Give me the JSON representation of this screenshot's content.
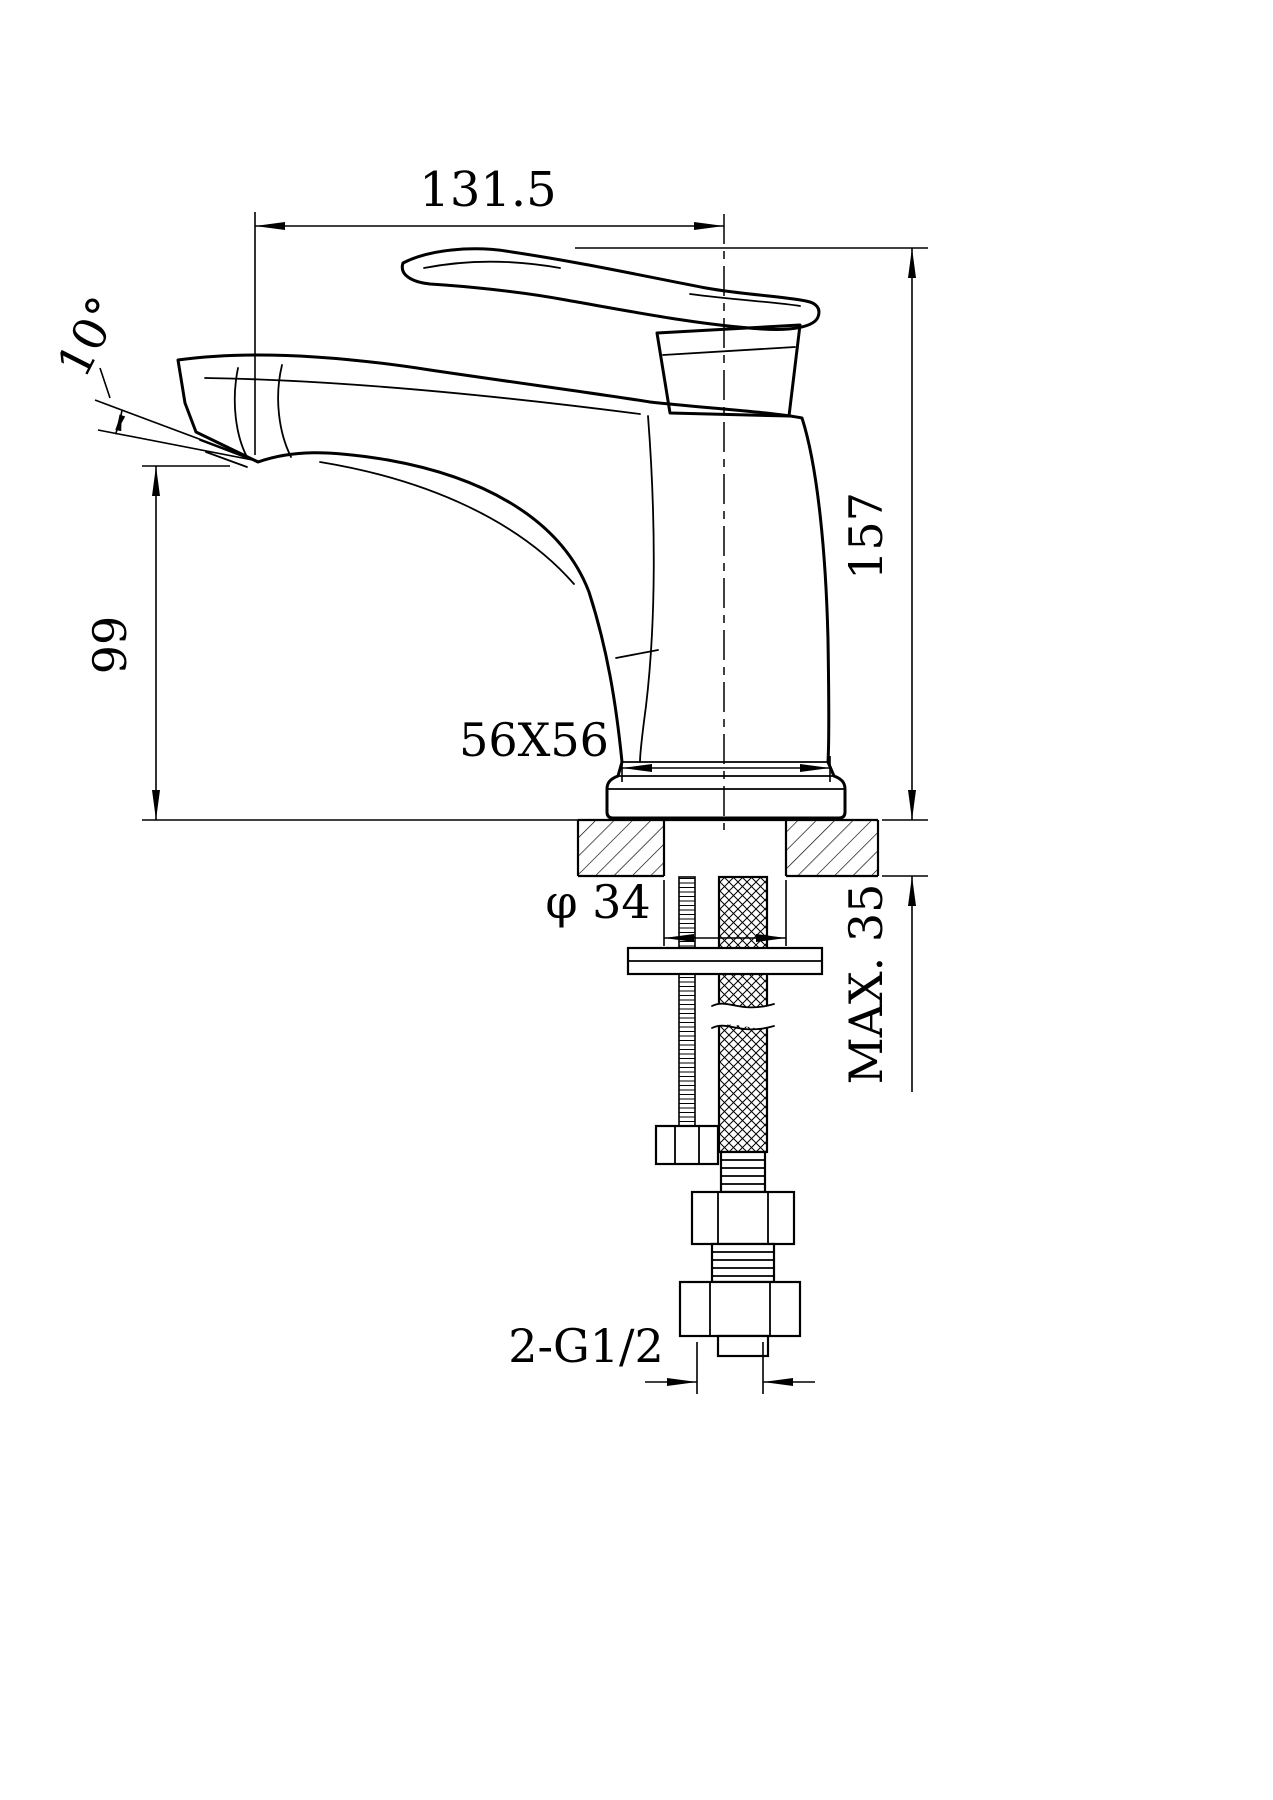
{
  "drawing": {
    "labels": {
      "width_top": "131.5",
      "height_total": "157",
      "height_spout": "99",
      "spout_angle": "10°",
      "base_size": "56X56",
      "hole_diameter": "φ 34",
      "max_deck_thickness": "MAX. 35",
      "inlet_thread": "2-G1/2"
    },
    "colors": {
      "line": "#000000",
      "background": "#ffffff"
    }
  }
}
